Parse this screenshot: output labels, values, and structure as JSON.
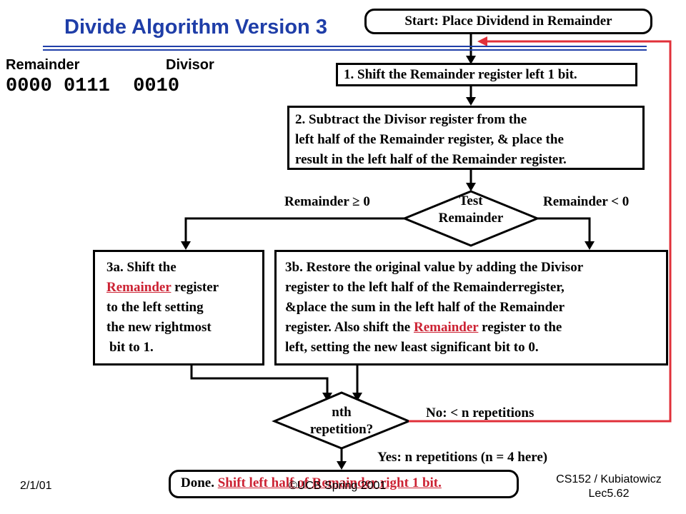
{
  "slide": {
    "title": "Divide Algorithm Version 3"
  },
  "registers": {
    "remainder_label": "Remainder",
    "divisor_label": "Divisor",
    "remainder_value": "0000 0111",
    "divisor_value": "0010"
  },
  "flow": {
    "start": "Start: Place Dividend in Remainder",
    "step1": "1. Shift the Remainder register left 1 bit.",
    "step2": [
      "2. Subtract the Divisor register from the",
      "left half of the Remainder register, & place the",
      "result in the left half of the Remainder register."
    ],
    "test_line1": "Test",
    "test_line2": "Remainder",
    "branch_ge": "Remainder ≥ 0",
    "branch_lt": "Remainder < 0",
    "step3a": {
      "line1": "3a. Shift the",
      "link": "Remainder",
      "line2_rest": " register",
      "line3": "to the left setting",
      "line4": "the new rightmost",
      "line5": "bit to 1."
    },
    "step3b": {
      "line1": "3b. Restore the original value by adding the Divisor",
      "line2": "register to the left half of the Remainderregister,",
      "line3": "&place the sum in the left half of the Remainder",
      "line4_pre": "register. Also shift the ",
      "link": "Remainder",
      "line4_post": " register to the",
      "line5": "left, setting the new least significant bit to 0."
    },
    "nth_line1": "nth",
    "nth_line2": "repetition?",
    "no_label": "No: < n repetitions",
    "yes_label": "Yes: n repetitions (n = 4 here)",
    "done_prefix": "Done.",
    "done_link": "Shift left half of Remainder right 1 bit."
  },
  "footer": {
    "date": "2/1/01",
    "copyright": "©UCB Spring 2001",
    "course": "CS152 / Kubiatowicz",
    "lecture": "Lec5.62"
  },
  "colors": {
    "title": "#1f3ea8",
    "loop_line": "#e0303a",
    "link_text": "#cc2233"
  }
}
